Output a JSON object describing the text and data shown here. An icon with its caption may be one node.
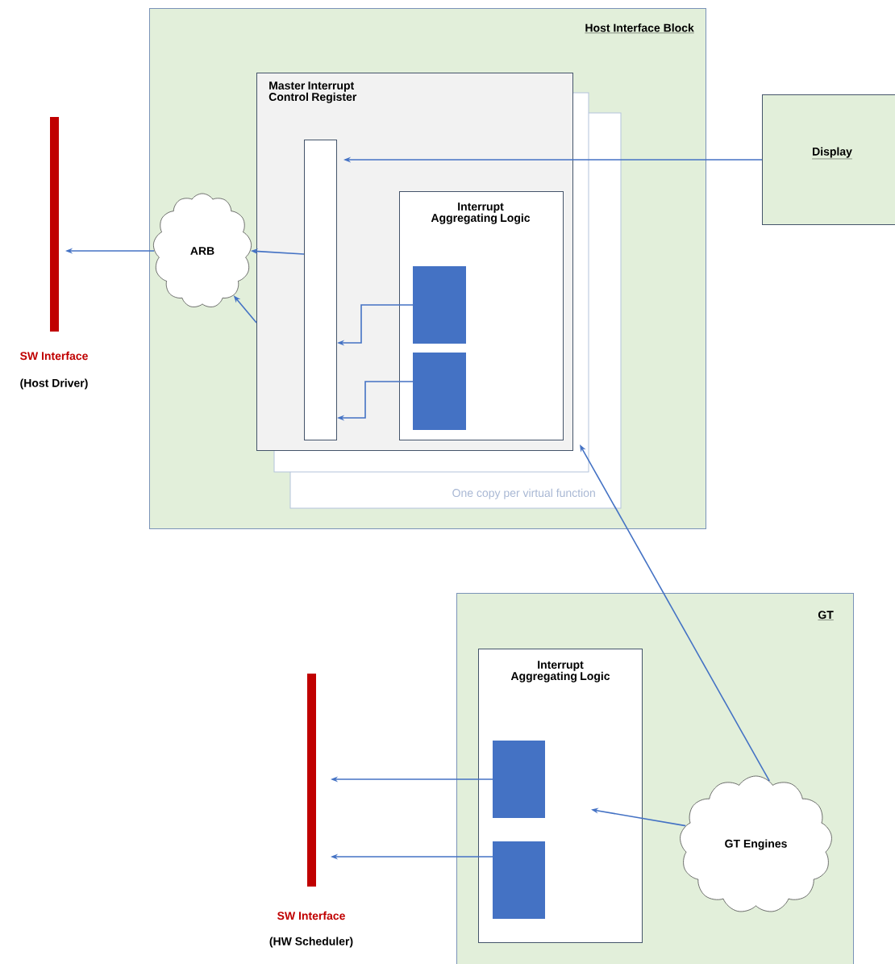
{
  "diagram": {
    "nodes": [
      {
        "text": [
          "Host Interface Block"
        ]
      },
      {
        "text": [
          "Master Interrupt Control Register"
        ],
        "in": 0
      },
      {
        "text": [],
        "shape": "bar",
        "in": 1
      },
      {
        "text": [
          "Interrupt Aggregating Logic"
        ],
        "in": 1
      },
      {
        "text": [],
        "shape": "box",
        "in": 3
      },
      {
        "text": [],
        "shape": "box",
        "in": 3
      },
      {
        "text": [
          "ARB"
        ],
        "in": 0
      },
      {
        "text": [
          "SW Interface",
          "(Host Driver)"
        ]
      },
      {
        "text": [
          "Display"
        ]
      },
      {
        "text": [
          "GT"
        ]
      },
      {
        "text": [
          "Interrupt Aggregating Logic"
        ],
        "in": 9
      },
      {
        "text": [],
        "shape": "box",
        "in": 10
      },
      {
        "text": [],
        "shape": "box",
        "in": 10
      },
      {
        "text": [
          "GT Engines"
        ],
        "in": 9
      },
      {
        "text": [
          "SW Interface",
          "(HW Scheduler)"
        ]
      }
    ],
    "edges": [
      {
        "from": 6,
        "to": 7,
        "arrow": "to"
      },
      {
        "from": 2,
        "to": 6,
        "arrow": "to"
      },
      {
        "from": 1,
        "to": 6,
        "arrow": "to"
      },
      {
        "from": 8,
        "to": 2,
        "arrow": "to"
      },
      {
        "from": 4,
        "to": 2,
        "arrow": "to"
      },
      {
        "from": 5,
        "to": 2,
        "arrow": "to"
      },
      {
        "from": 13,
        "to": 1,
        "arrow": "to"
      },
      {
        "from": 13,
        "to": 10,
        "arrow": "to"
      },
      {
        "from": 11,
        "to": 14,
        "arrow": "to"
      },
      {
        "from": 12,
        "to": 14,
        "arrow": "to"
      }
    ],
    "labels": [
      "One copy per virtual function"
    ]
  }
}
